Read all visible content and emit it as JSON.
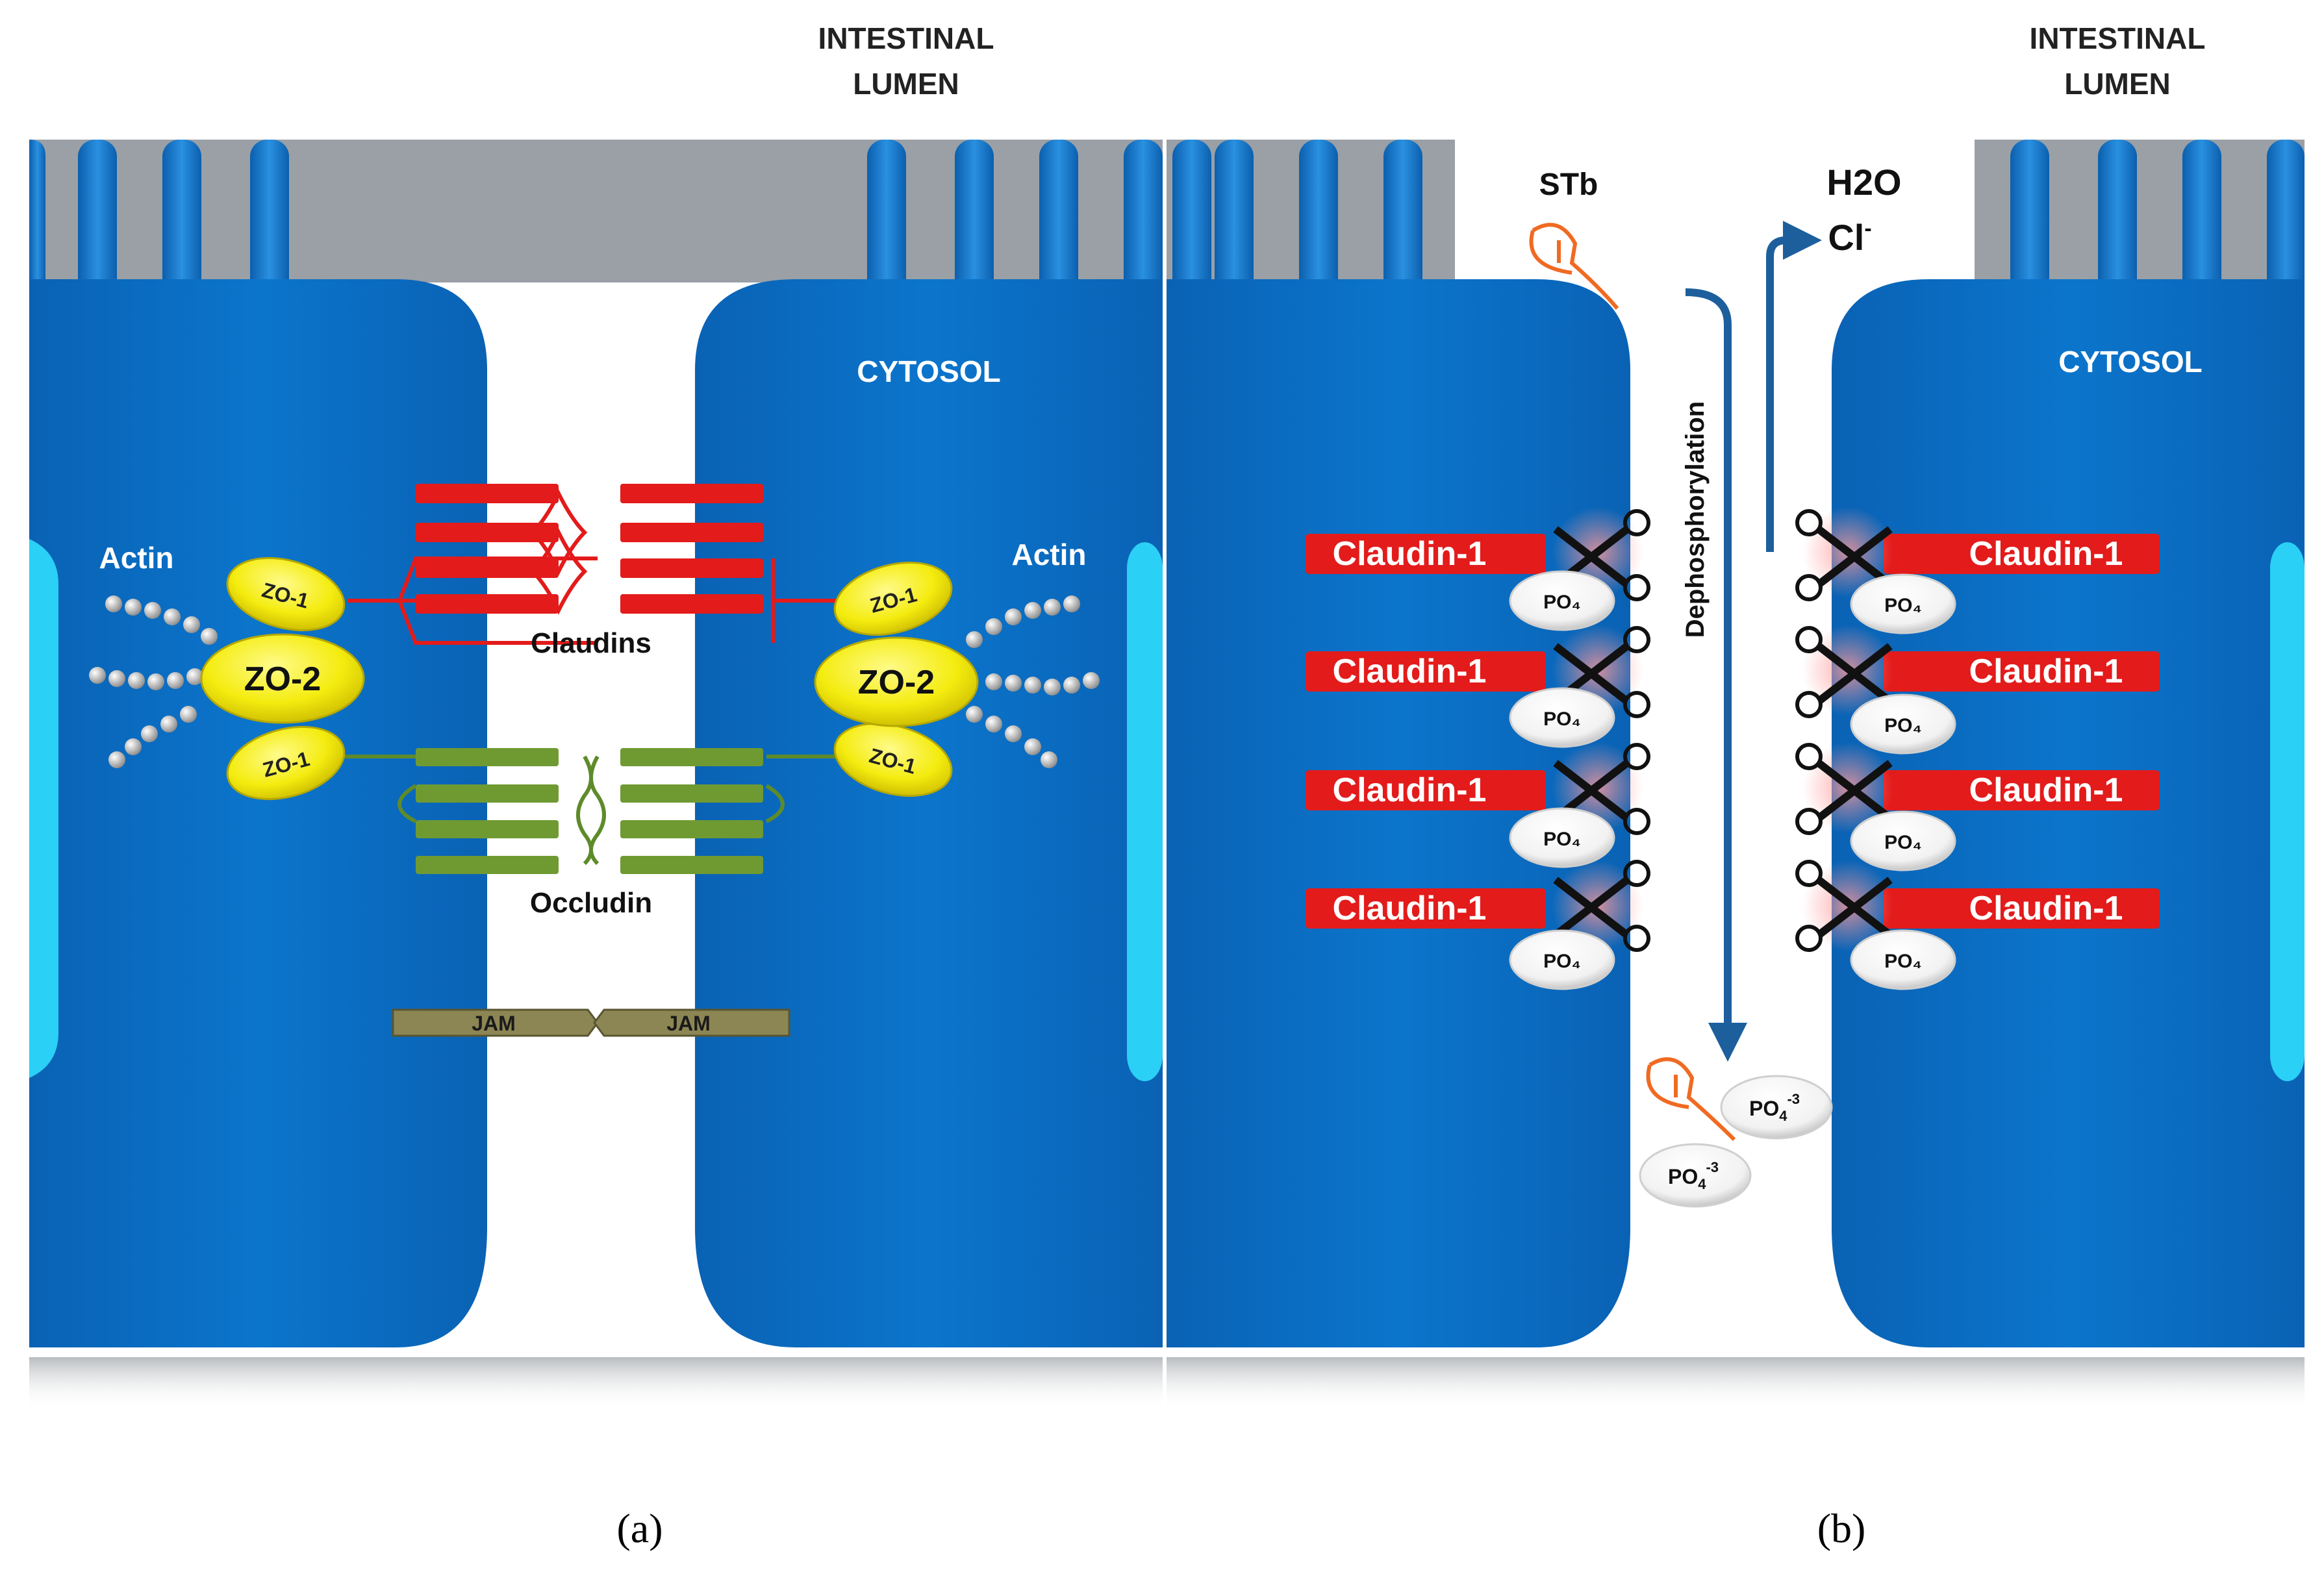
{
  "panel_a": {
    "lumen_label_line1": "INTESTINAL",
    "lumen_label_line2": "LUMEN",
    "cytosol_label": "CYTOSOL",
    "actin_left": "Actin",
    "actin_right": "Actin",
    "zo1_label": "ZO-1",
    "zo2_label": "ZO-2",
    "claudins_label": "Claudins",
    "occludin_label": "Occludin",
    "jam_label": "JAM",
    "caption": "(a)"
  },
  "panel_b": {
    "lumen_label_line1": "INTESTINAL",
    "lumen_label_line2": "LUMEN",
    "cytosol_label": "CYTOSOL",
    "stb_label": "STb",
    "h2o_label": "H2O",
    "cl_label": "Cl",
    "cl_superscript": "-",
    "dephosphorylation_label": "Dephosphorylation",
    "claudin1_label": "Claudin-1",
    "po4_label": "PO₄",
    "po4_free_base": "PO",
    "po4_free_sub": "4",
    "po4_free_sup": "-3",
    "caption": "(b)"
  },
  "colors": {
    "cell_blue": "#0a6fc4",
    "cell_edge": "#0a4f95",
    "membrane_cyan": "#2ad0f5",
    "microvilli_grey": "#9aa0a6",
    "claudin_red": "#e31b1b",
    "occludin_green": "#5e8b2a",
    "jam_olive": "#8c8655",
    "zo_yellow": "#f4ec0f",
    "toxin_orange": "#f06a22"
  }
}
